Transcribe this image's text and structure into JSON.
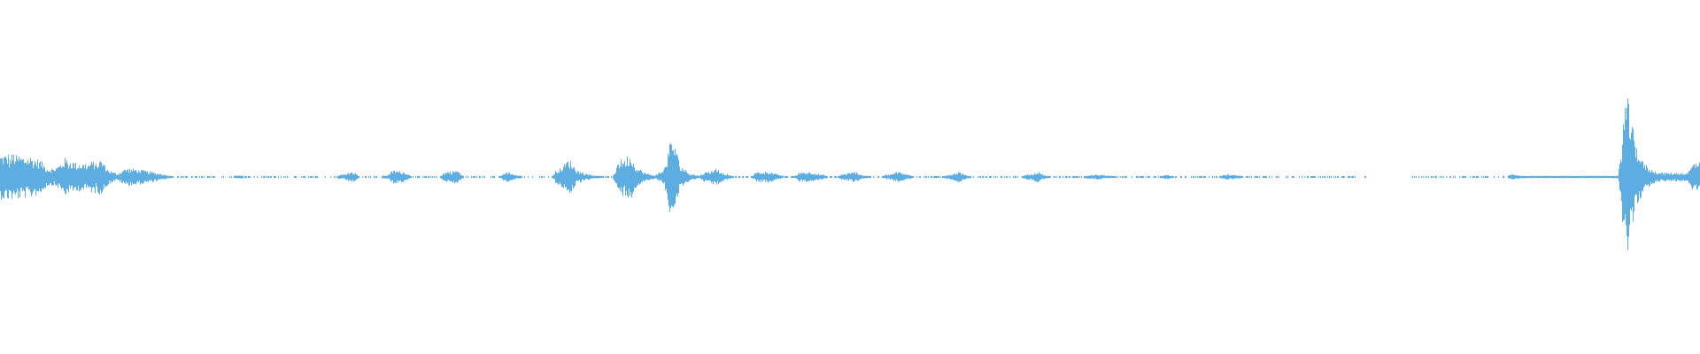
{
  "chart_data": {
    "type": "waveform",
    "color": "#5dade2",
    "background": "#ffffff",
    "amplitude_range": [
      -1,
      1
    ],
    "envelope": [
      0.13,
      0.14,
      0.12,
      0.12,
      0.1,
      0.05,
      0.06,
      0.11,
      0.09,
      0.08,
      0.09,
      0.1,
      0.04,
      0.02,
      0.05,
      0.05,
      0.04,
      0.03,
      0.02,
      0.008,
      0.003,
      0.003,
      0.003,
      0.003,
      0.003,
      0.003,
      0.003,
      0.01,
      0.003,
      0.003,
      0.003,
      0.002,
      0.002,
      0.0,
      0.002,
      0.002,
      0.0,
      0.002,
      0.002,
      0.015,
      0.03,
      0.003,
      0.003,
      0.003,
      0.01,
      0.04,
      0.03,
      0.005,
      0.002,
      0.002,
      0.002,
      0.03,
      0.04,
      0.003,
      0.002,
      0.002,
      0.002,
      0.002,
      0.03,
      0.01,
      0.003,
      0.003,
      0.003,
      0.003,
      0.05,
      0.1,
      0.04,
      0.02,
      0.01,
      0.005,
      0.003,
      0.1,
      0.13,
      0.05,
      0.02,
      0.01,
      0.04,
      0.22,
      0.06,
      0.02,
      0.008,
      0.03,
      0.05,
      0.02,
      0.004,
      0.004,
      0.004,
      0.03,
      0.035,
      0.015,
      0.004,
      0.004,
      0.03,
      0.03,
      0.015,
      0.005,
      0.005,
      0.02,
      0.03,
      0.01,
      0.004,
      0.004,
      0.015,
      0.03,
      0.015,
      0.004,
      0.004,
      0.004,
      0.004,
      0.015,
      0.03,
      0.008,
      0.003,
      0.003,
      0.003,
      0.003,
      0.003,
      0.003,
      0.015,
      0.03,
      0.008,
      0.003,
      0.003,
      0.003,
      0.003,
      0.01,
      0.015,
      0.008,
      0.005,
      0.004,
      0.004,
      0.004,
      0.004,
      0.004,
      0.012,
      0.004,
      0.004,
      0.004,
      0.004,
      0.004,
      0.004,
      0.015,
      0.01,
      0.003,
      0.003,
      0.003,
      0.003,
      0.003,
      0.002,
      0.006,
      0.005,
      0.002,
      0.002,
      0.002,
      0.002,
      0.002,
      0.002,
      0.0,
      0.0,
      0.0,
      0.0,
      0.0,
      0.0,
      0.002,
      0.001,
      0.001,
      0.001,
      0.001,
      0.001,
      0.001,
      0.001,
      0.001,
      0.001,
      0.002,
      0.015,
      0.007,
      0.007,
      0.007,
      0.007,
      0.007,
      0.007,
      0.007,
      0.007,
      0.007,
      0.007,
      0.007,
      0.007,
      0.45,
      0.2,
      0.08,
      0.04,
      0.025,
      0.025,
      0.025,
      0.025,
      0.09
    ]
  }
}
